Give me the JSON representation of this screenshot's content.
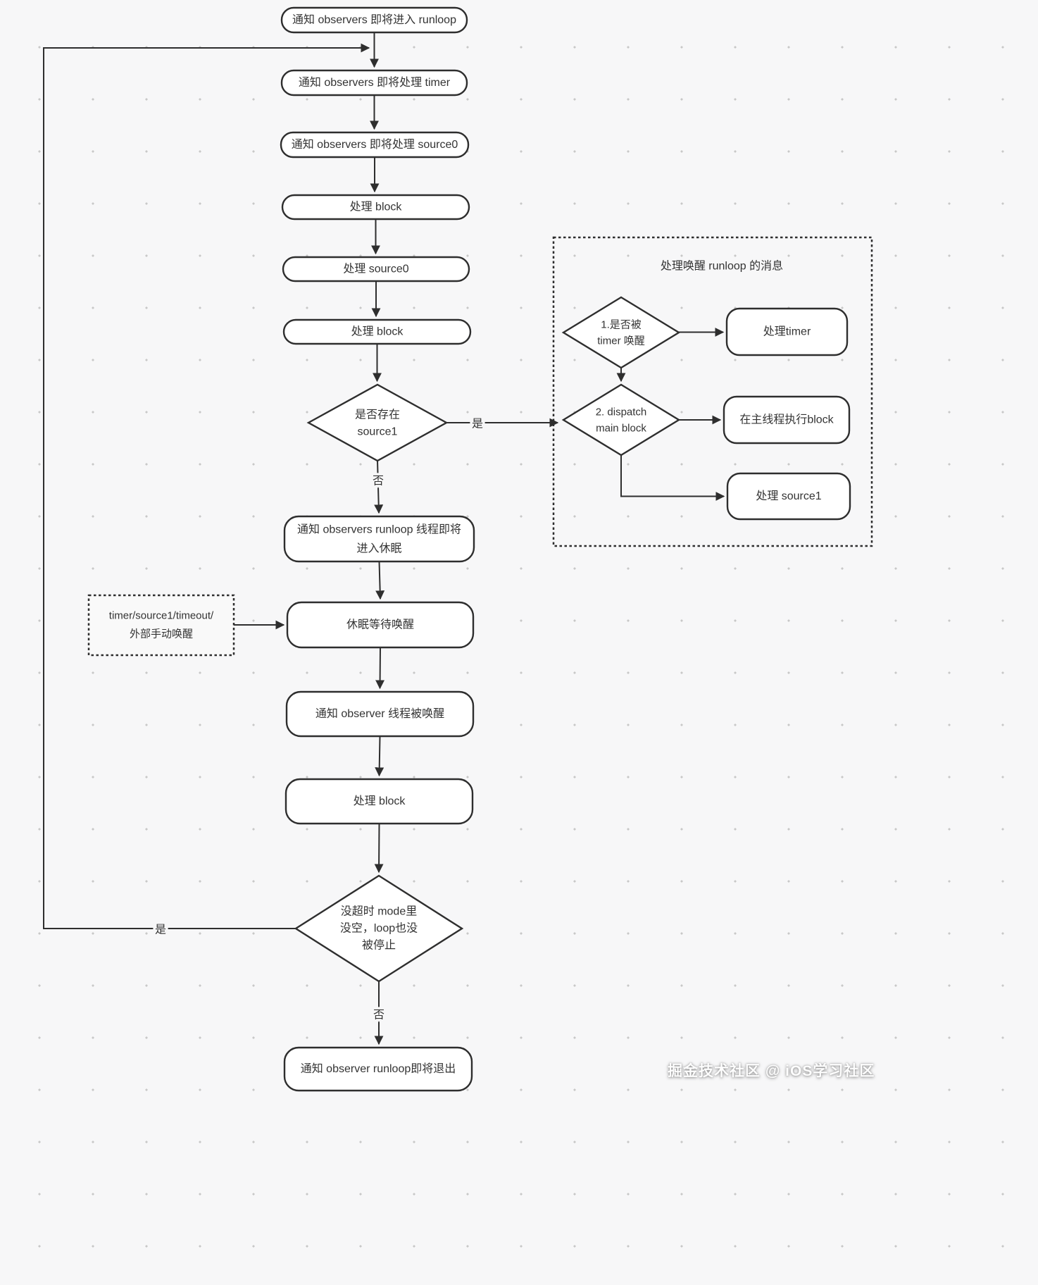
{
  "colors": {
    "background": "#f7f7f8",
    "node_fill": "#ffffff",
    "stroke": "#2e2e2e",
    "text": "#333333"
  },
  "main_flow": {
    "enter_runloop": "通知 observers 即将进入 runloop",
    "will_process_timer": "通知 observers 即将处理 timer",
    "will_process_source0": "通知 observers 即将处理 source0",
    "process_block1": "处理 block",
    "process_source0": "处理 source0",
    "process_block2": "处理 block",
    "source1_check": [
      "是否存在",
      "source1"
    ],
    "will_sleep": [
      "通知 observers runloop 线程即将",
      "进入休眠"
    ],
    "sleep_wait": "休眠等待唤醒",
    "thread_woken": "通知 observer 线程被唤醒",
    "process_block3": "处理 block",
    "loop_check": [
      "没超时 mode里",
      "没空，loop也没",
      "被停止"
    ],
    "will_exit": "通知 observer runloop即将退出"
  },
  "wake_note": [
    "timer/source1/timeout/",
    "外部手动唤醒"
  ],
  "wake_group": {
    "title": "处理唤醒 runloop 的消息",
    "timer_check": [
      "1.是否被",
      "timer 唤醒"
    ],
    "process_timer": "处理timer",
    "dispatch_check": [
      "2. dispatch",
      "main block"
    ],
    "exec_main_block": "在主线程执行block",
    "process_source1": "处理 source1"
  },
  "edge_labels": {
    "source1_yes": "是",
    "source1_no": "否",
    "loop_yes": "是",
    "loop_no": "否"
  },
  "watermark": "掘金技术社区 @ iOS学习社区"
}
